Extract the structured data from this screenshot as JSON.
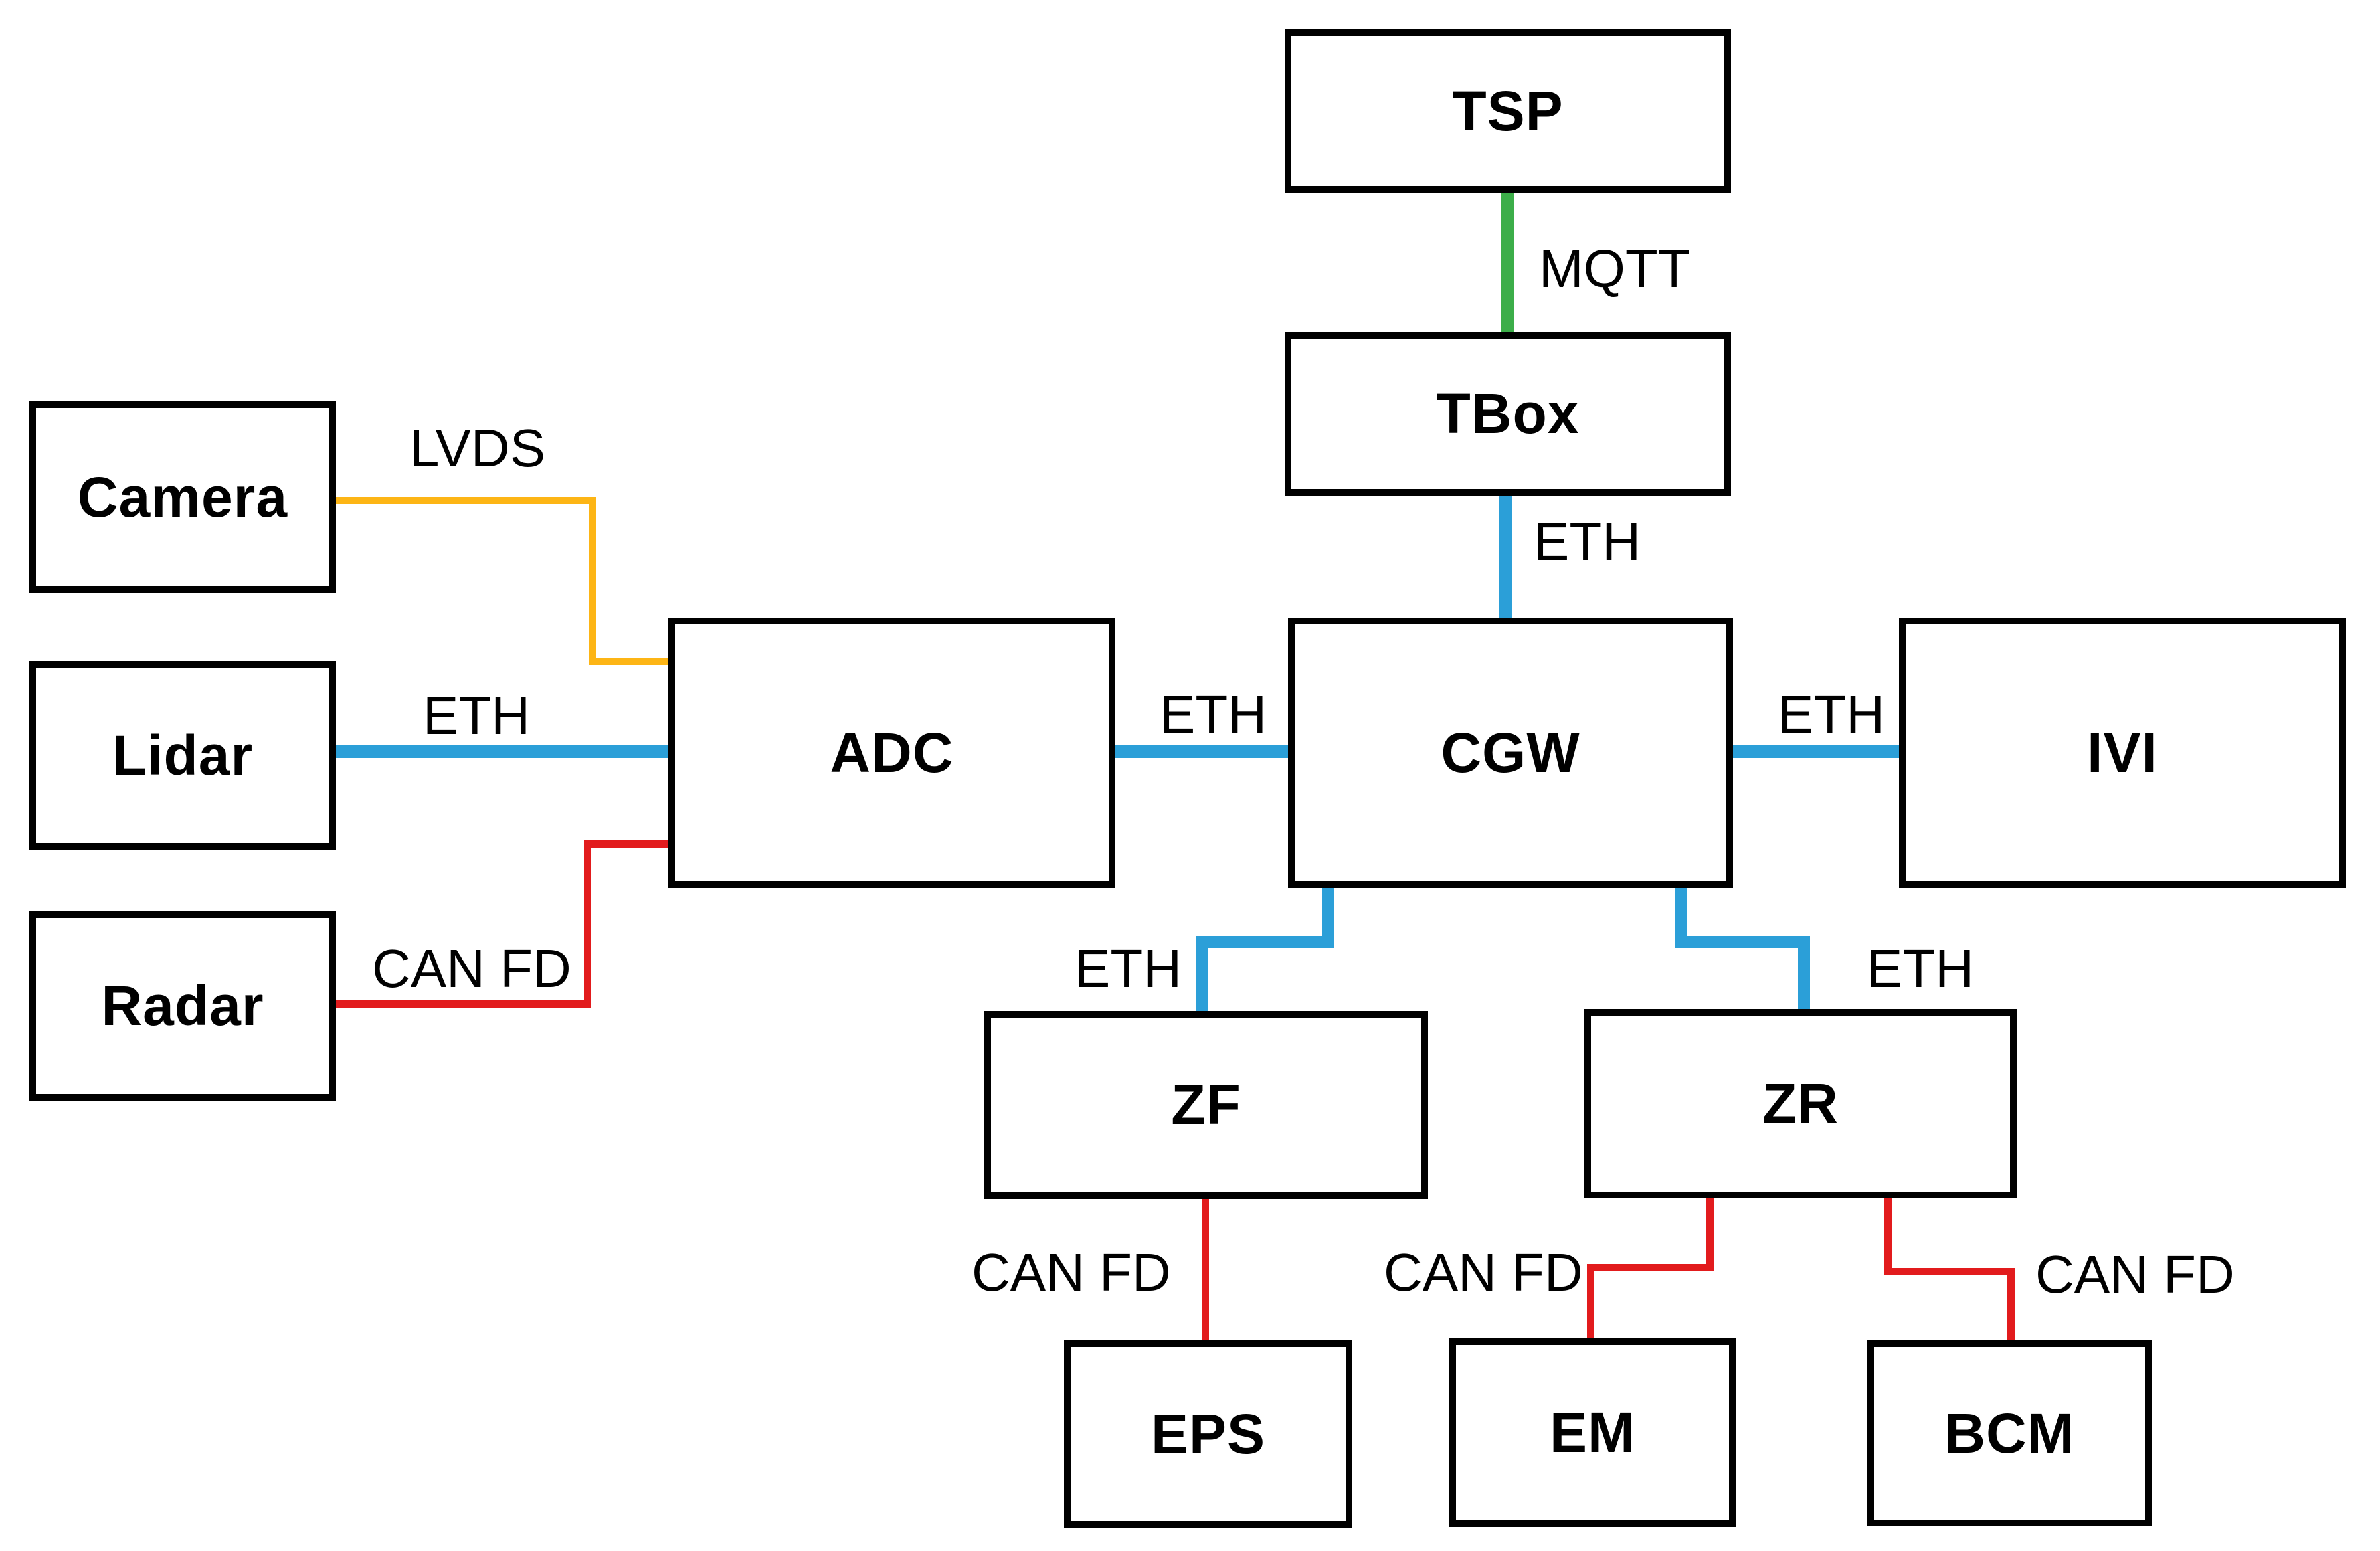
{
  "colors": {
    "eth": "#2B9FD8",
    "mqtt": "#3CAE49",
    "lvds": "#FDB515",
    "canfd": "#E21B1D",
    "border": "#000000",
    "label_text": "#000000",
    "background": "#FFFFFF"
  },
  "nodes": [
    {
      "id": "tsp",
      "label": "TSP"
    },
    {
      "id": "tbox",
      "label": "TBox"
    },
    {
      "id": "camera",
      "label": "Camera"
    },
    {
      "id": "lidar",
      "label": "Lidar"
    },
    {
      "id": "radar",
      "label": "Radar"
    },
    {
      "id": "adc",
      "label": "ADC"
    },
    {
      "id": "cgw",
      "label": "CGW"
    },
    {
      "id": "ivi",
      "label": "IVI"
    },
    {
      "id": "zf",
      "label": "ZF"
    },
    {
      "id": "zr",
      "label": "ZR"
    },
    {
      "id": "eps",
      "label": "EPS"
    },
    {
      "id": "em",
      "label": "EM"
    },
    {
      "id": "bcm",
      "label": "BCM"
    }
  ],
  "edges": [
    {
      "from": "TSP",
      "to": "TBox",
      "label": "MQTT",
      "bus": "mqtt"
    },
    {
      "from": "TBox",
      "to": "CGW",
      "label": "ETH",
      "bus": "eth"
    },
    {
      "from": "Camera",
      "to": "ADC",
      "label": "LVDS",
      "bus": "lvds"
    },
    {
      "from": "Lidar",
      "to": "ADC",
      "label": "ETH",
      "bus": "eth"
    },
    {
      "from": "Radar",
      "to": "ADC",
      "label": "CAN FD",
      "bus": "canfd"
    },
    {
      "from": "ADC",
      "to": "CGW",
      "label": "ETH",
      "bus": "eth"
    },
    {
      "from": "CGW",
      "to": "IVI",
      "label": "ETH",
      "bus": "eth"
    },
    {
      "from": "CGW",
      "to": "ZF",
      "label": "ETH",
      "bus": "eth"
    },
    {
      "from": "CGW",
      "to": "ZR",
      "label": "ETH",
      "bus": "eth"
    },
    {
      "from": "ZF",
      "to": "EPS",
      "label": "CAN FD",
      "bus": "canfd"
    },
    {
      "from": "ZR",
      "to": "EM",
      "label": "CAN FD",
      "bus": "canfd"
    },
    {
      "from": "ZR",
      "to": "BCM",
      "label": "CAN FD",
      "bus": "canfd"
    }
  ]
}
